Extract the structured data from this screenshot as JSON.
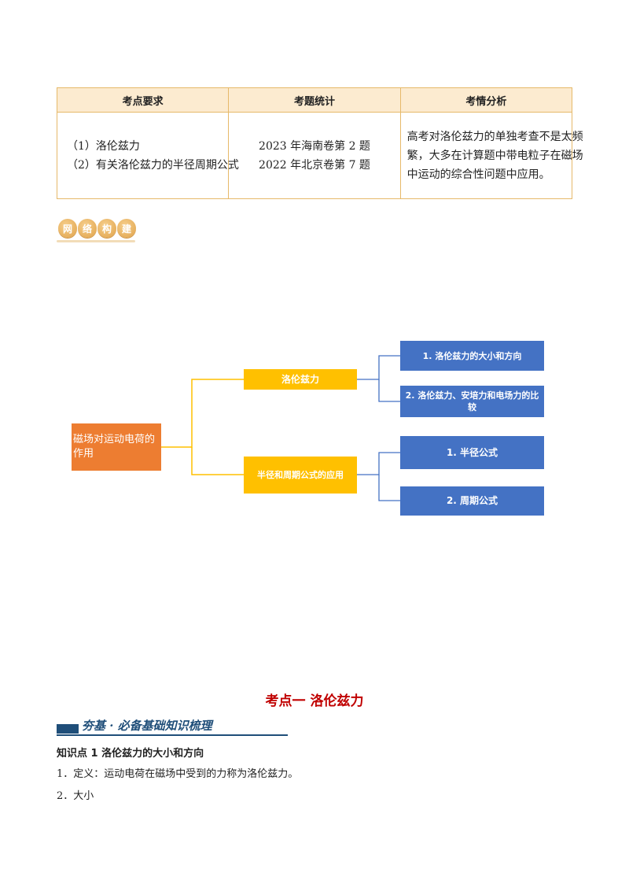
{
  "table": {
    "headers": [
      "考点要求",
      "考题统计",
      "考情分析"
    ],
    "col1": [
      "（1）洛伦兹力",
      "（2）有关洛伦兹力的半径周期公式"
    ],
    "col2": [
      "2023 年海南卷第 2 题",
      "2022 年北京卷第 7 题"
    ],
    "col3": [
      "高考对洛伦兹力的单独考查不是太频",
      "繁，大多在计算题中带电粒子在磁场",
      "中运动的综合性问题中应用。"
    ]
  },
  "badge": [
    "网",
    "络",
    "构",
    "建"
  ],
  "mindmap": {
    "root": "磁场对运动电荷的作用",
    "branch1": "洛伦兹力",
    "branch2": "半径和周期公式的应用",
    "leaf1": "1. 洛伦兹力的大小和方向",
    "leaf2": "2. 洛伦兹力、安培力和电场力的比较",
    "leaf3": "1. 半径公式",
    "leaf4": "2. 周期公式"
  },
  "section": {
    "title": "考点一  洛伦兹力",
    "banner": "夯基 · 必备基础知识梳理",
    "kp_title": "知识点 1  洛伦兹力的大小和方向",
    "p1": "1．定义：运动电荷在磁场中受到的力称为洛伦兹力。",
    "p2": "2．大小"
  },
  "colors": {
    "root": "#ed7d31",
    "branch": "#ffc000",
    "leaf": "#4472c4",
    "title": "#c00000",
    "banner": "#1f4e79"
  }
}
